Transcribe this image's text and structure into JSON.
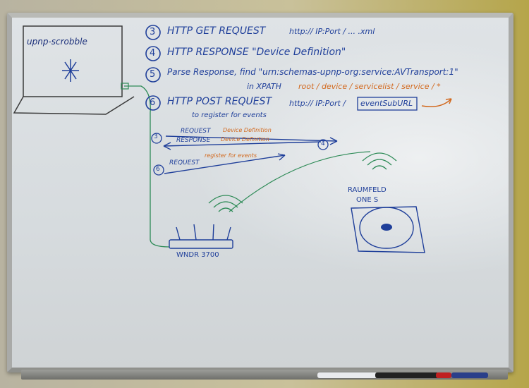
{
  "laptop_label": "upnp-scrobble",
  "steps": {
    "s3": {
      "num": "3",
      "text": "HTTP GET REQUEST",
      "url": "http:// IP:Port / ... .xml"
    },
    "s4": {
      "num": "4",
      "text": "HTTP RESPONSE \"Device Definition\""
    },
    "s5": {
      "num": "5",
      "text": "Parse Response, find \"urn:schemas-upnp-org:service:AVTransport:1\"",
      "sub": "in XPATH",
      "xpath": "root / device / servicelist / service / *"
    },
    "s6": {
      "num": "6",
      "text": "HTTP POST REQUEST",
      "url_prefix": "http:// IP:Port /",
      "url_box": "eventSubURL",
      "sub": "to register for events"
    }
  },
  "diagram": {
    "arrow1_num": "3",
    "arrow1_label": "REQUEST",
    "arrow1_note": "Device Definition",
    "arrow2_label": "RESPONSE",
    "arrow2_note": "Device Definition",
    "arrow2_num": "4",
    "arrow3_num": "6",
    "arrow3_label": "REQUEST",
    "arrow3_note": "register for events"
  },
  "router_label": "WNDR 3700",
  "speaker_label_1": "RAUMFELD",
  "speaker_label_2": "ONE S",
  "colors": {
    "blue": "#1f3f9a",
    "orange": "#d2691e",
    "green": "#2e8b57"
  }
}
